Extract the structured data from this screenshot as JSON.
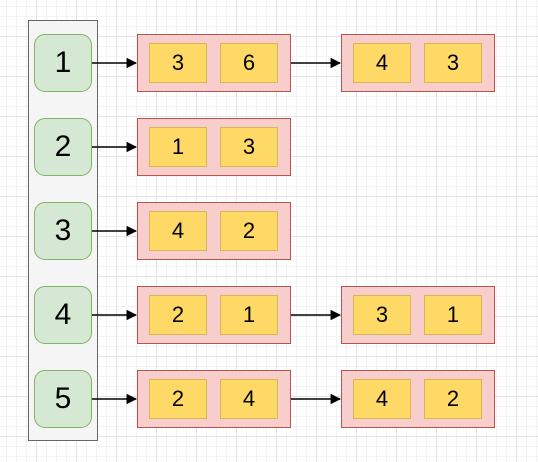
{
  "colors": {
    "head_fill": "#d5e8d4",
    "head_stroke": "#82b366",
    "node_fill": "#f8cecc",
    "node_stroke": "#b85450",
    "cell_fill": "#ffd966",
    "cell_stroke": "#d6b656",
    "column_fill": "#f5f5f5",
    "column_stroke": "#666666"
  },
  "heads": [
    "1",
    "2",
    "3",
    "4",
    "5"
  ],
  "lists": [
    [
      [
        "3",
        "6"
      ],
      [
        "4",
        "3"
      ]
    ],
    [
      [
        "1",
        "3"
      ]
    ],
    [
      [
        "4",
        "2"
      ]
    ],
    [
      [
        "2",
        "1"
      ],
      [
        "3",
        "1"
      ]
    ],
    [
      [
        "2",
        "4"
      ],
      [
        "4",
        "2"
      ]
    ]
  ]
}
